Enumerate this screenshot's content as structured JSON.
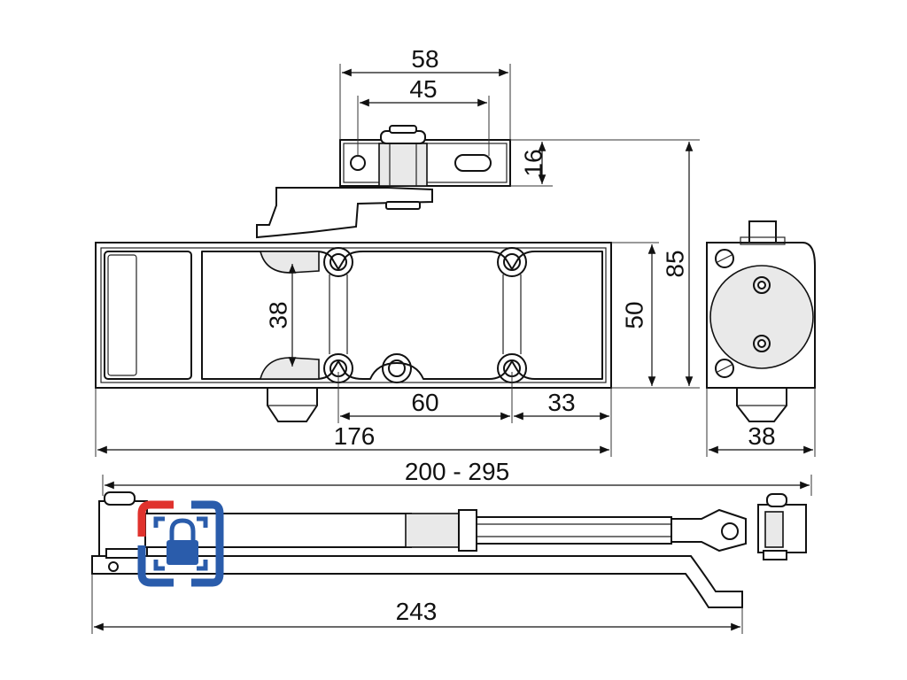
{
  "dimensions": {
    "bracket_outer_width": "58",
    "bracket_hole_spacing": "45",
    "bracket_height": "16",
    "overall_height": "85",
    "body_height": "50",
    "fixing_vertical": "38",
    "fixing_horizontal": "60",
    "fixing_offset": "33",
    "body_length": "176",
    "body_depth": "38",
    "arm_range": "200 - 295",
    "arm_length": "243"
  },
  "icons": {
    "logo": "lock-bracket-logo"
  },
  "colors": {
    "logo_red": "#e0322d",
    "logo_blue": "#2a5cab",
    "line": "#111111"
  }
}
